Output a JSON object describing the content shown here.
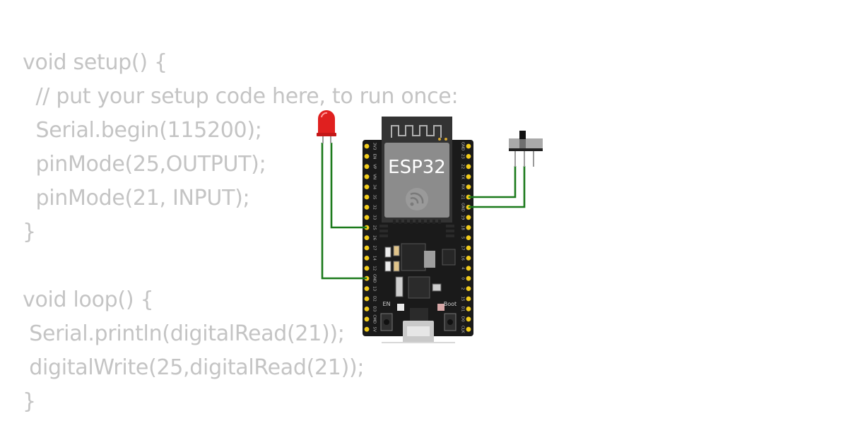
{
  "code": {
    "lines": [
      "void setup() {",
      "  // put your setup code here, to run once:",
      "  Serial.begin(115200);",
      "  pinMode(25,OUTPUT);",
      "  pinMode(21, INPUT);",
      "}",
      "",
      "void loop() {",
      " Serial.println(digitalRead(21));",
      " digitalWrite(25,digitalRead(21));",
      "}"
    ]
  },
  "board": {
    "module_label": "ESP32",
    "en_label": "EN",
    "boot_label": "Boot",
    "left_pins": [
      "3V3",
      "EN",
      "VP",
      "VN",
      "34",
      "35",
      "32",
      "33",
      "25",
      "26",
      "27",
      "14",
      "12",
      "GND",
      "13",
      "D2",
      "D3",
      "CMD",
      "5V"
    ],
    "right_pins": [
      "GND",
      "23",
      "22",
      "TX",
      "RX",
      "21",
      "GND",
      "19",
      "18",
      "5",
      "17",
      "16",
      "4",
      "0",
      "2",
      "15",
      "D1",
      "D0",
      "CLK"
    ]
  },
  "colors": {
    "code_text": "#c4c4c4",
    "wire": "#1b7a1b",
    "board": "#1a1a1a",
    "pin": "#f2cc1c",
    "led": "#e0201f"
  }
}
